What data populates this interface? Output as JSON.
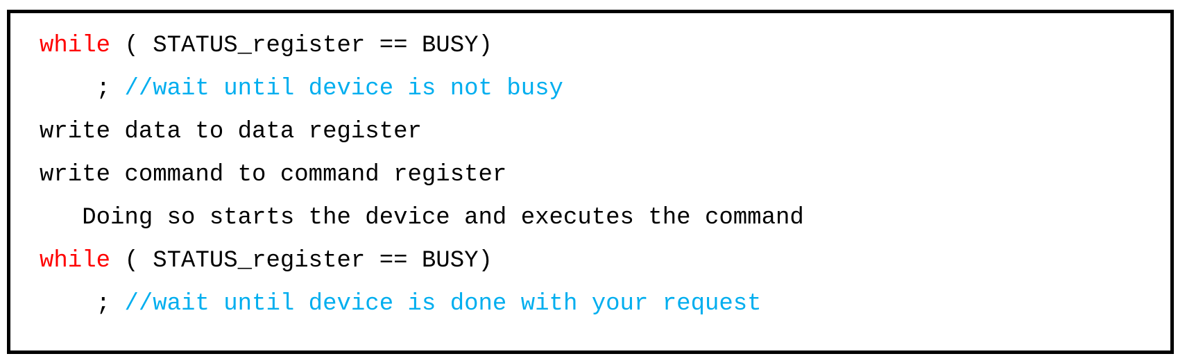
{
  "code_block": {
    "border_color": "#000000",
    "background_color": "#ffffff",
    "keyword_color": "#ff0000",
    "comment_color": "#00aeef",
    "text_color": "#000000",
    "language_style": "pseudocode",
    "lines": [
      {
        "id": "line-1",
        "indent": "",
        "tokens": [
          {
            "kind": "keyword",
            "text": "while"
          },
          {
            "kind": "plain",
            "text": " ( STATUS_register == BUSY)"
          }
        ],
        "plain_text": "while ( STATUS_register == BUSY)"
      },
      {
        "id": "line-2",
        "indent": "    ",
        "tokens": [
          {
            "kind": "plain",
            "text": "; "
          },
          {
            "kind": "comment",
            "text": "//wait until device is not busy"
          }
        ],
        "plain_text": "    ; //wait until device is not busy"
      },
      {
        "id": "line-3",
        "indent": "",
        "tokens": [
          {
            "kind": "plain",
            "text": "write data to data register"
          }
        ],
        "plain_text": "write data to data register"
      },
      {
        "id": "line-4",
        "indent": "",
        "tokens": [
          {
            "kind": "plain",
            "text": "write command to command register"
          }
        ],
        "plain_text": "write command to command register"
      },
      {
        "id": "line-5",
        "indent": "   ",
        "tokens": [
          {
            "kind": "plain",
            "text": "Doing so starts the device and executes the command"
          }
        ],
        "plain_text": "   Doing so starts the device and executes the command"
      },
      {
        "id": "line-6",
        "indent": "",
        "tokens": [
          {
            "kind": "keyword",
            "text": "while"
          },
          {
            "kind": "plain",
            "text": " ( STATUS_register == BUSY)"
          }
        ],
        "plain_text": "while ( STATUS_register == BUSY)"
      },
      {
        "id": "line-7",
        "indent": "    ",
        "tokens": [
          {
            "kind": "plain",
            "text": "; "
          },
          {
            "kind": "comment",
            "text": "//wait until device is done with your request"
          }
        ],
        "plain_text": "    ; //wait until device is done with your request"
      }
    ]
  }
}
